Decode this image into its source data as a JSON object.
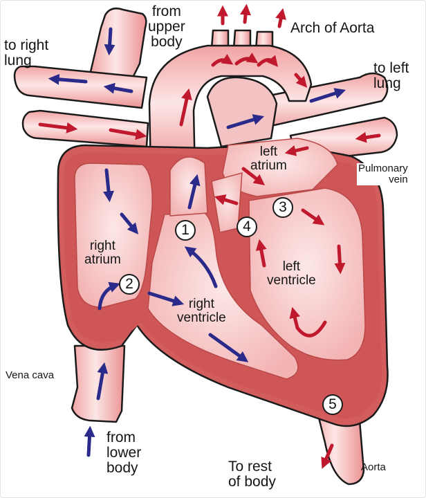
{
  "labels": {
    "from_upper_body": "from\nupper\nbody",
    "arch_of_aorta": "Arch of Aorta",
    "to_right_lung": "to right\nlung",
    "to_left_lung": "to left\nlung",
    "left_atrium": "left\natrium",
    "pulmonary_vein": "Pulmonary\nvein",
    "right_atrium": "right\natrium",
    "left_ventricle": "left\nventricle",
    "right_ventricle": "right\nventricle",
    "vena_cava": "Vena cava",
    "from_lower_body": "from\nlower\nbody",
    "to_rest_of_body": "To rest\nof body",
    "aorta": "Aorta"
  },
  "steps": [
    "1",
    "2",
    "3",
    "4",
    "5"
  ],
  "colors": {
    "vessel": "#f6b8b8",
    "vessel_highlight": "#fde6e6",
    "vessel_outline": "#1a1a1a",
    "wall": "#d96464",
    "deoxygenated_arrow": "#2a2a8a",
    "oxygenated_arrow": "#c0182c"
  }
}
